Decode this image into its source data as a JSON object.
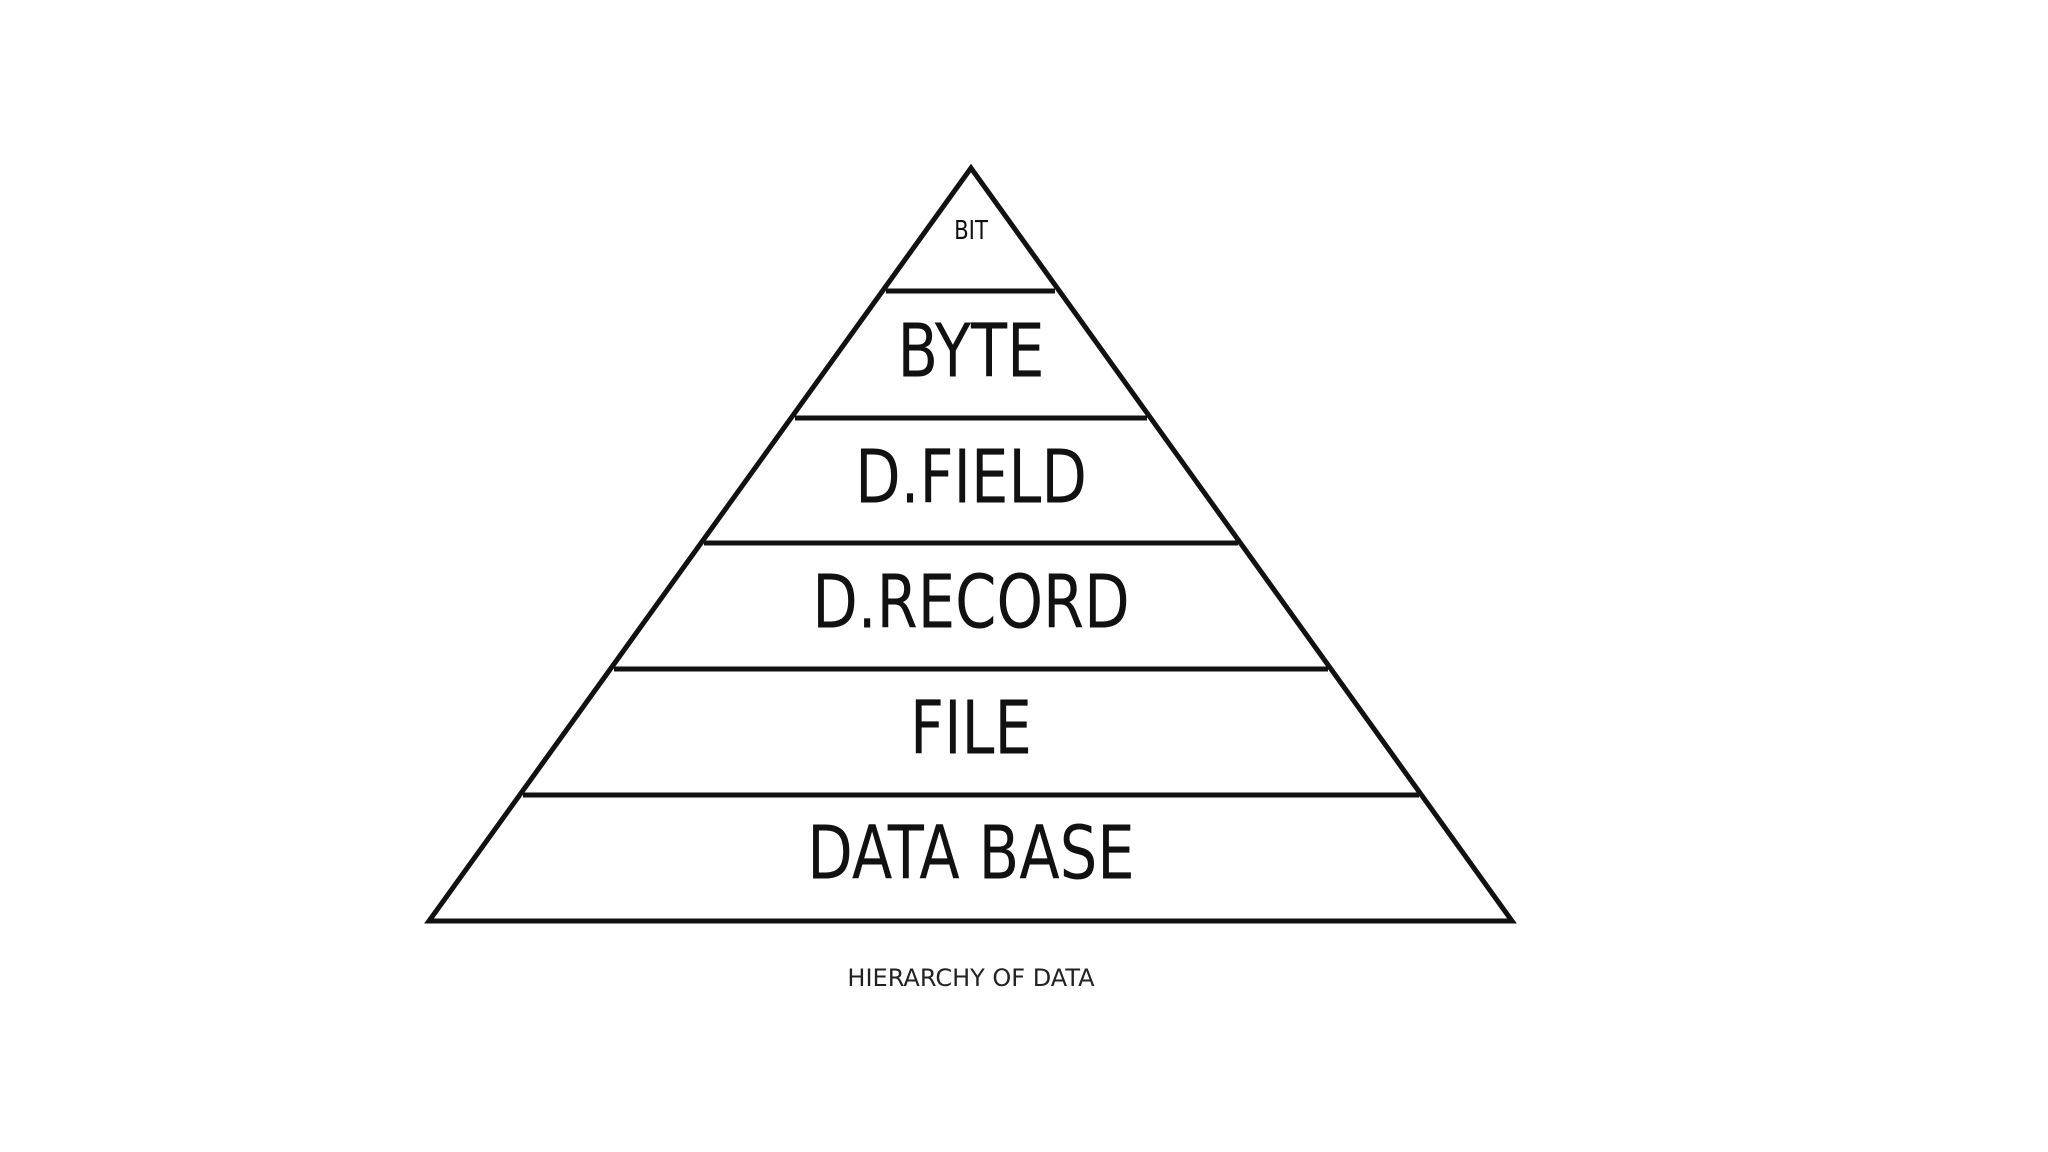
{
  "diagram": {
    "tiers": [
      {
        "label": "BIT"
      },
      {
        "label": "BYTE"
      },
      {
        "label": "D.FIELD"
      },
      {
        "label": "D.RECORD"
      },
      {
        "label": "FILE"
      },
      {
        "label": "DATA BASE"
      }
    ],
    "caption": "HIERARCHY OF DATA",
    "colors": {
      "stroke": "#111111",
      "fill": "#ffffff",
      "text": "#111111"
    }
  }
}
